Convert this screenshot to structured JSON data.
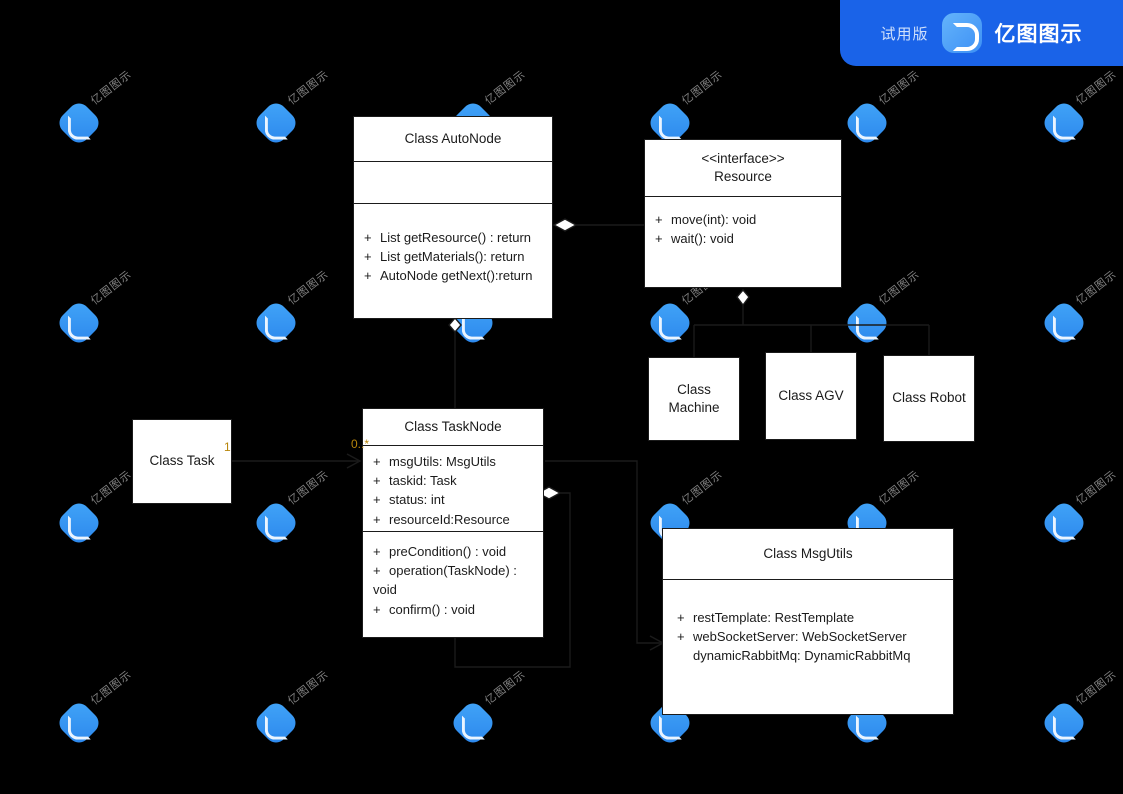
{
  "banner": {
    "trial_label": "试用版",
    "brand_label": "亿图图示",
    "logo_icon": "edraw-logo-icon",
    "bg_color": "#1a63e8"
  },
  "watermark": {
    "text": "亿图图示",
    "icon": "edraw-watermark-icon"
  },
  "canvas": {
    "bg_color": "#000000"
  },
  "diagram": {
    "type": "uml-class-diagram",
    "classes": [
      {
        "id": "autonode",
        "name": "Class AutoNode",
        "attributes": [],
        "methods": [
          {
            "visibility": "+",
            "text": "List getResource() : return"
          },
          {
            "visibility": "+",
            "text": "List getMaterials(): return"
          },
          {
            "visibility": "+",
            "text": "AutoNode getNext():return"
          }
        ]
      },
      {
        "id": "resource",
        "stereotype": "<<interface>>",
        "name": "Resource",
        "methods": [
          {
            "visibility": "+",
            "text": "move(int): void"
          },
          {
            "visibility": "+",
            "text": "wait(): void"
          }
        ]
      },
      {
        "id": "tasknode",
        "name": "Class TaskNode",
        "attributes": [
          {
            "visibility": "+",
            "text": "msgUtils: MsgUtils"
          },
          {
            "visibility": "+",
            "text": "taskid: Task"
          },
          {
            "visibility": "+",
            "text": "status: int"
          },
          {
            "visibility": "+",
            "text": "resourceId:Resource"
          }
        ],
        "methods": [
          {
            "visibility": "+",
            "text": "preCondition() : void"
          },
          {
            "visibility": "+",
            "text": "operation(TaskNode) :\nvoid"
          },
          {
            "visibility": "+",
            "text": "confirm() : void"
          }
        ]
      },
      {
        "id": "msgutils",
        "name": "Class MsgUtils",
        "attributes": [
          {
            "visibility": "+",
            "text": "restTemplate: RestTemplate"
          },
          {
            "visibility": "+",
            "text": "webSocketServer: WebSocketServer"
          },
          {
            "visibility": "",
            "text": "dynamicRabbitMq: DynamicRabbitMq"
          }
        ],
        "methods": []
      },
      {
        "id": "task",
        "name": "Class Task"
      },
      {
        "id": "machine",
        "name": "Class\nMachine"
      },
      {
        "id": "agv",
        "name": "Class AGV"
      },
      {
        "id": "robot",
        "name": "Class Robot"
      }
    ],
    "multiplicities": [
      {
        "id": "task-end",
        "label": "1"
      },
      {
        "id": "tasknode-end",
        "label": "0..*"
      }
    ],
    "relations": [
      {
        "from": "autonode",
        "to": "resource",
        "kind": "aggregation"
      },
      {
        "from": "autonode",
        "to": "tasknode",
        "kind": "aggregation"
      },
      {
        "from": "resource",
        "to": "machine",
        "kind": "aggregation-tree"
      },
      {
        "from": "resource",
        "to": "agv",
        "kind": "aggregation-tree"
      },
      {
        "from": "resource",
        "to": "robot",
        "kind": "aggregation-tree"
      },
      {
        "from": "task",
        "to": "tasknode",
        "kind": "association"
      },
      {
        "from": "tasknode",
        "to": "tasknode",
        "kind": "composition-self-loop"
      },
      {
        "from": "tasknode",
        "to": "msgutils",
        "kind": "aggregation-directed"
      }
    ]
  }
}
